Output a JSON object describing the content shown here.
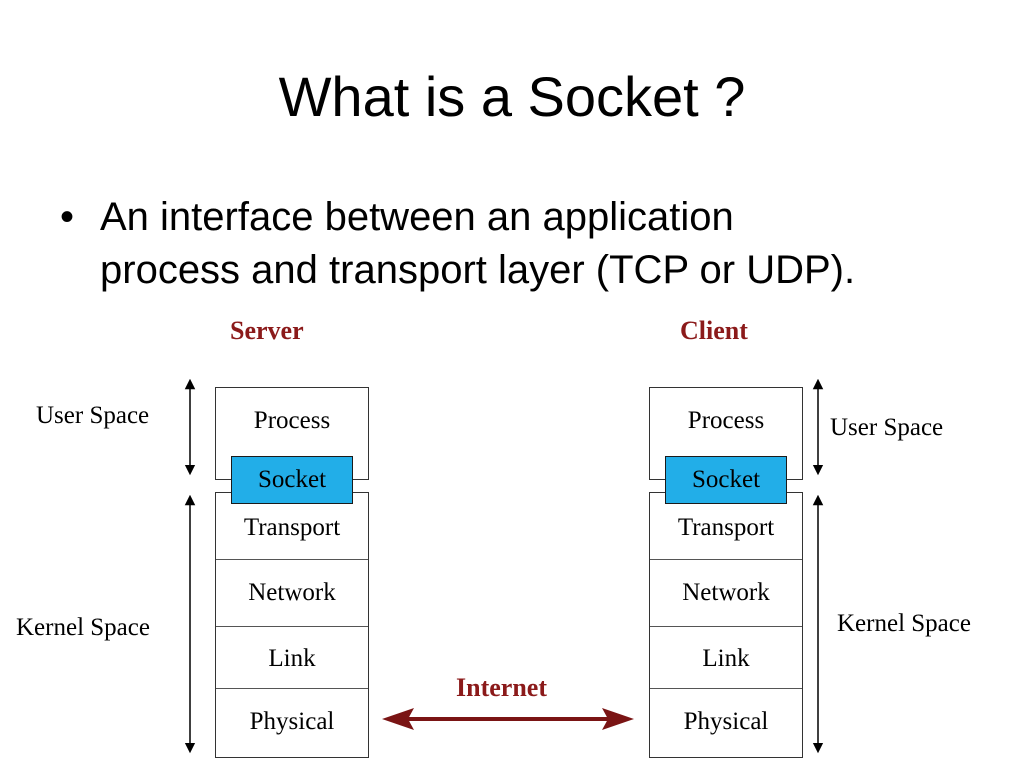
{
  "slide": {
    "title": "What is a Socket ?",
    "bullet": "•",
    "bullet_lines": [
      "An interface between an application",
      "process and transport layer (TCP or UDP)."
    ]
  },
  "diagram": {
    "server": {
      "heading": "Server",
      "user_space_label": "User Space",
      "kernel_space_label": "Kernel Space",
      "process": "Process",
      "socket": "Socket",
      "layers": [
        "Transport",
        "Network",
        "Link",
        "Physical"
      ]
    },
    "client": {
      "heading": "Client",
      "user_space_label": "User Space",
      "kernel_space_label": "Kernel Space",
      "process": "Process",
      "socket": "Socket",
      "layers": [
        "Transport",
        "Network",
        "Link",
        "Physical"
      ]
    },
    "internet_label": "Internet",
    "colors": {
      "heading": "#8b1a1a",
      "socket_fill": "#22aee8",
      "internet_arrow": "#7a1414"
    }
  }
}
